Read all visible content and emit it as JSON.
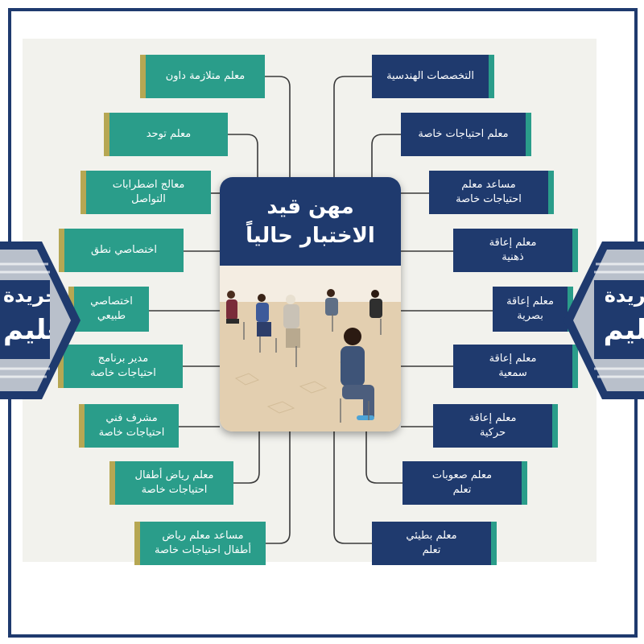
{
  "title": {
    "line1": "مهن قيد",
    "line2": "الاختبار حالياً"
  },
  "left_items": [
    "معلم متلازمة داون",
    "معلم توحد",
    "معالج اضطرابات\nالتواصل",
    "اختصاصي نطق",
    "اختصاصي\nطبيعي",
    "مدير برنامج\nاحتياجات خاصة",
    "مشرف فني\nاحتياجات خاصة",
    "معلم رياض أطفال\nاحتياجات خاصة",
    "مساعد معلم رياض\nأطفال احتياجات خاصة"
  ],
  "right_items": [
    "التخصصات الهندسية",
    "معلم احتياجات خاصة",
    "مساعد معلم\nاحتياجات خاصة",
    "معلم إعاقة\nذهنية",
    "معلم إعاقة\nبصرية",
    "معلم إعاقة\nسمعية",
    "معلم إعاقة\nحركية",
    "معلم صعوبات\nتعلم",
    "معلم بطيئي\nتعلم"
  ],
  "badges": {
    "left": {
      "line1": "جريدة",
      "line2": "تعليم"
    },
    "right": {
      "line1": "جريدة",
      "line2": "تعليم"
    }
  },
  "colors": {
    "navy": "#1f3a6e",
    "teal": "#2a9d8a",
    "olive": "#b6a753",
    "background": "#f2f2ed"
  }
}
